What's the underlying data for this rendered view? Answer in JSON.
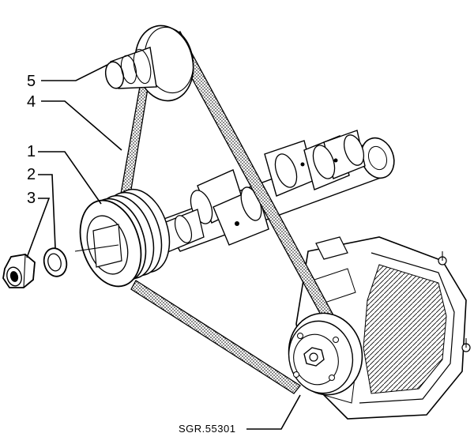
{
  "diagram": {
    "callouts": [
      {
        "id": "5",
        "label": "5"
      },
      {
        "id": "4",
        "label": "4"
      },
      {
        "id": "1",
        "label": "1"
      },
      {
        "id": "2",
        "label": "2"
      },
      {
        "id": "3",
        "label": "3"
      }
    ],
    "reference_code": "SGR.55301"
  }
}
